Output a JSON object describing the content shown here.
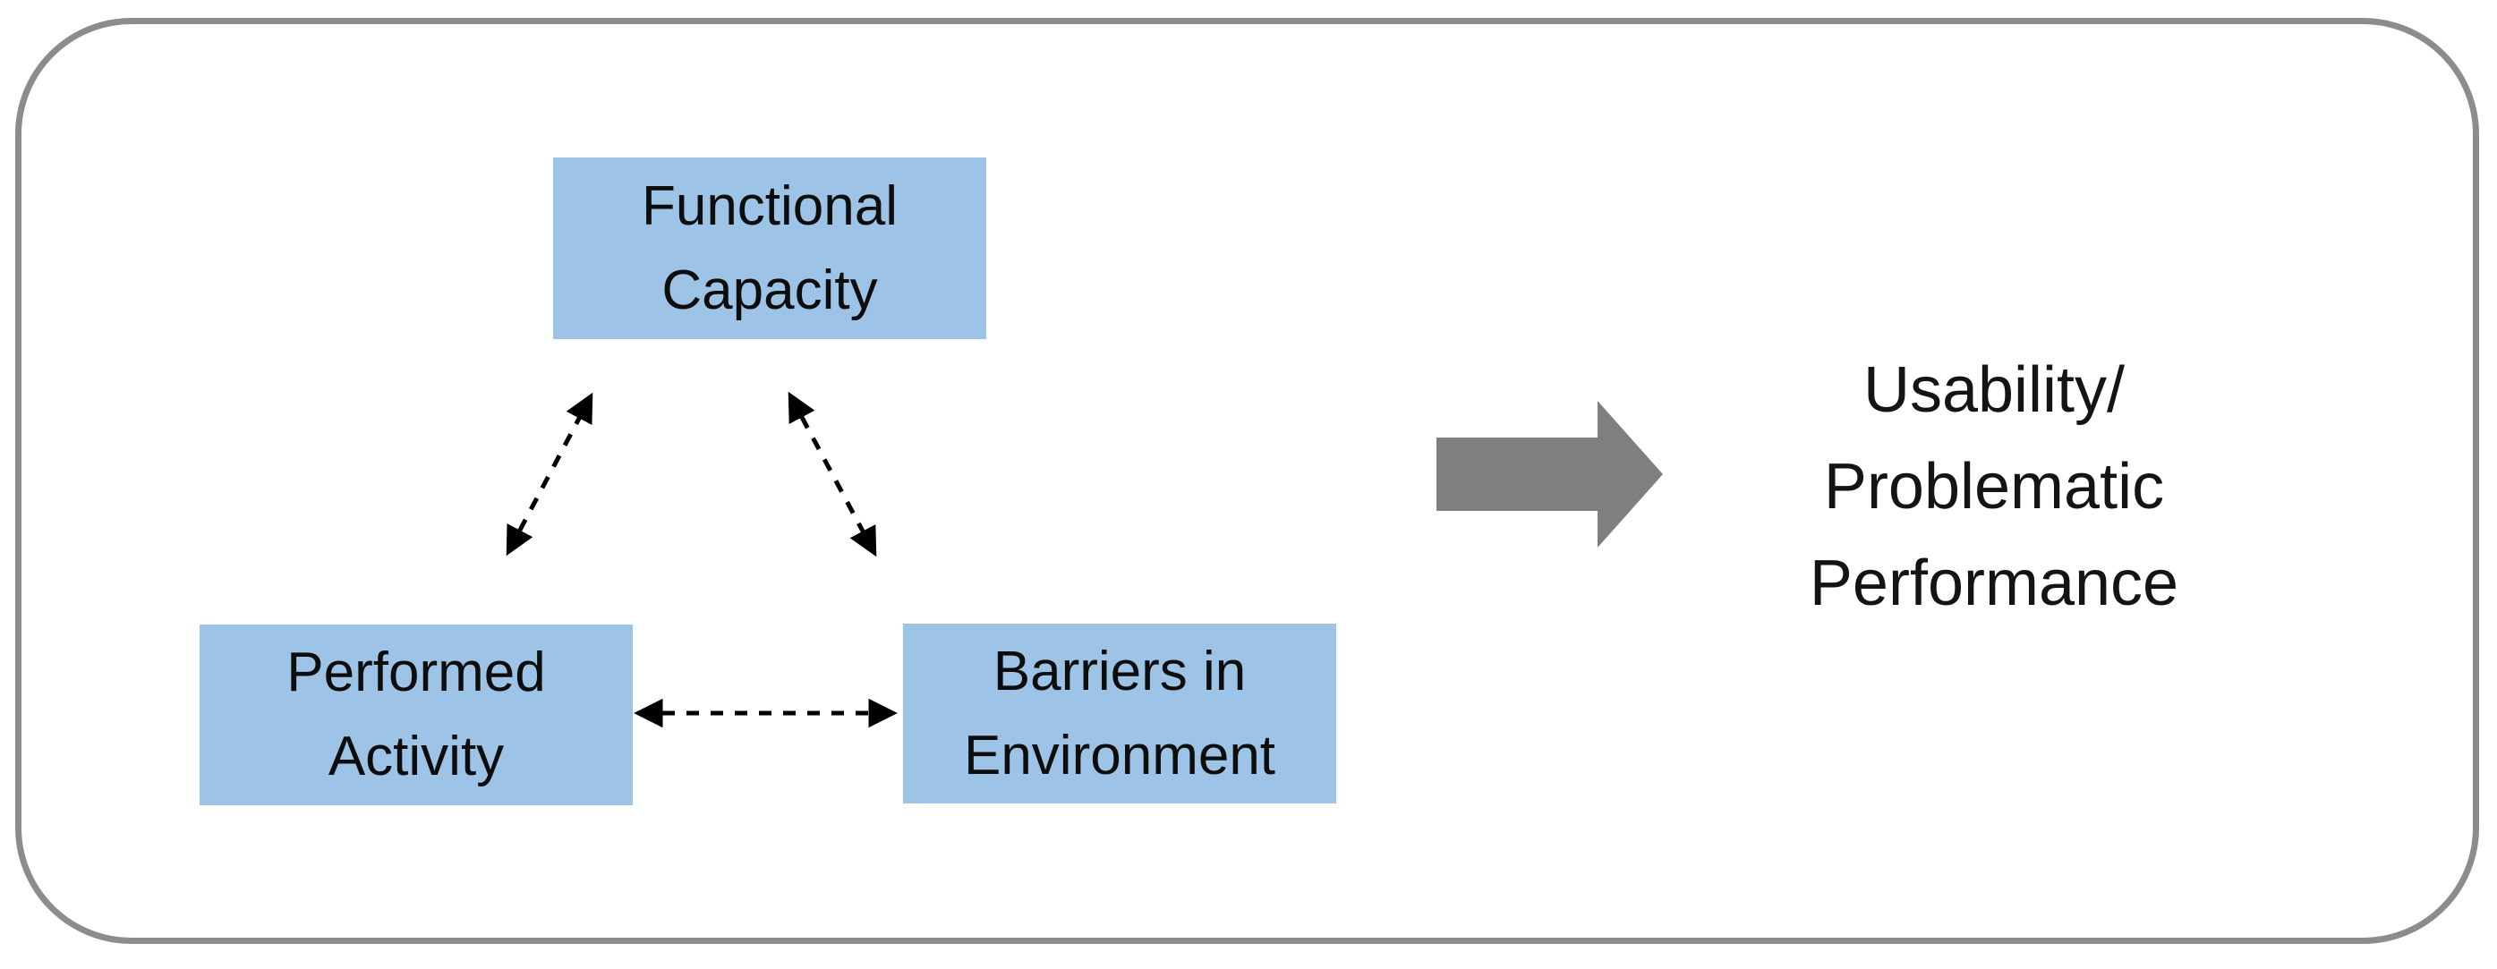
{
  "diagram": {
    "boxes": [
      {
        "id": "functional-capacity",
        "lines": [
          "Functional",
          "Capacity"
        ]
      },
      {
        "id": "performed-activity",
        "lines": [
          "Performed",
          "Activity"
        ]
      },
      {
        "id": "barriers-in-environment",
        "lines": [
          "Barriers in",
          "Environment"
        ]
      }
    ],
    "outcome": {
      "lines": [
        "Usability/",
        "Problematic",
        "Performance"
      ]
    },
    "colors": {
      "box_fill": "#9DC3E6",
      "box_text": "#0d0d0d",
      "frame_border": "#8c8c8c",
      "block_arrow": "#7f7f7f",
      "dashed_connector": "#000000"
    }
  }
}
